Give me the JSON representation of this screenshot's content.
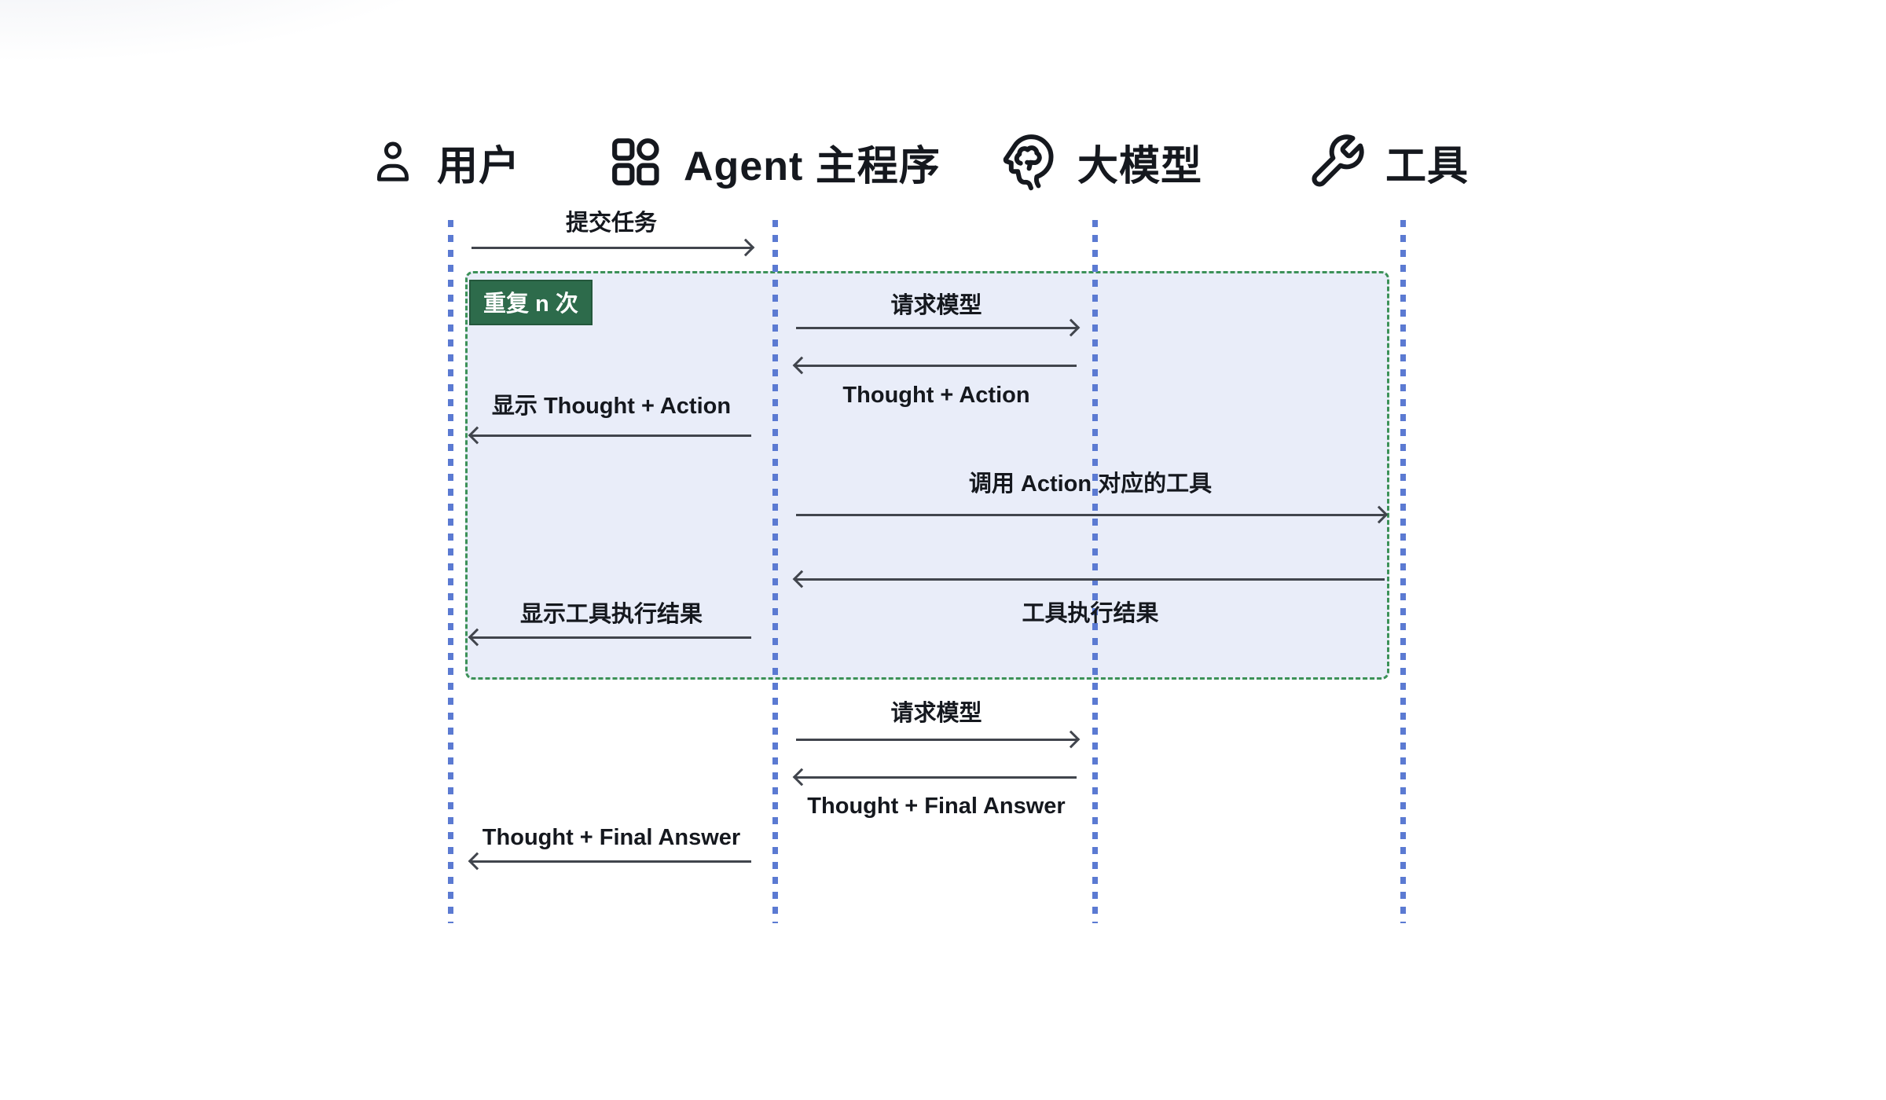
{
  "diagram": {
    "title": "Agent ReAct sequence diagram",
    "actors": [
      {
        "label": "用户",
        "icon": "user-icon"
      },
      {
        "label": "Agent 主程序",
        "icon": "grid-apps-icon"
      },
      {
        "label": "大模型",
        "icon": "head-brain-icon"
      },
      {
        "label": "工具",
        "icon": "wrench-icon"
      }
    ],
    "loop": {
      "badge_label": "重复 n 次"
    },
    "messages": [
      {
        "label": "提交任务",
        "from": "用户",
        "to": "Agent 主程序",
        "direction": "right"
      },
      {
        "label": "请求模型",
        "from": "Agent 主程序",
        "to": "大模型",
        "direction": "right"
      },
      {
        "label": "Thought + Action",
        "from": "大模型",
        "to": "Agent 主程序",
        "direction": "left"
      },
      {
        "label": "显示 Thought + Action",
        "from": "Agent 主程序",
        "to": "用户",
        "direction": "left"
      },
      {
        "label": "调用 Action 对应的工具",
        "from": "Agent 主程序",
        "to": "工具",
        "direction": "right"
      },
      {
        "label": "工具执行结果",
        "from": "工具",
        "to": "Agent 主程序",
        "direction": "left"
      },
      {
        "label": "显示工具执行结果",
        "from": "Agent 主程序",
        "to": "用户",
        "direction": "left"
      },
      {
        "label": "请求模型",
        "from": "Agent 主程序",
        "to": "大模型",
        "direction": "right"
      },
      {
        "label": "Thought + Final Answer",
        "from": "大模型",
        "to": "Agent 主程序",
        "direction": "left"
      },
      {
        "label": "Thought + Final Answer",
        "from": "Agent 主程序",
        "to": "用户",
        "direction": "left"
      }
    ],
    "colors": {
      "text": "#15181e",
      "arrow": "#41454d",
      "lifeline_blue": "#5b7ad2",
      "loop_fill": "#e9edf9",
      "loop_border_green": "#3c9158",
      "badge_green": "#2d6b4b",
      "badge_text": "#ffffff"
    }
  }
}
